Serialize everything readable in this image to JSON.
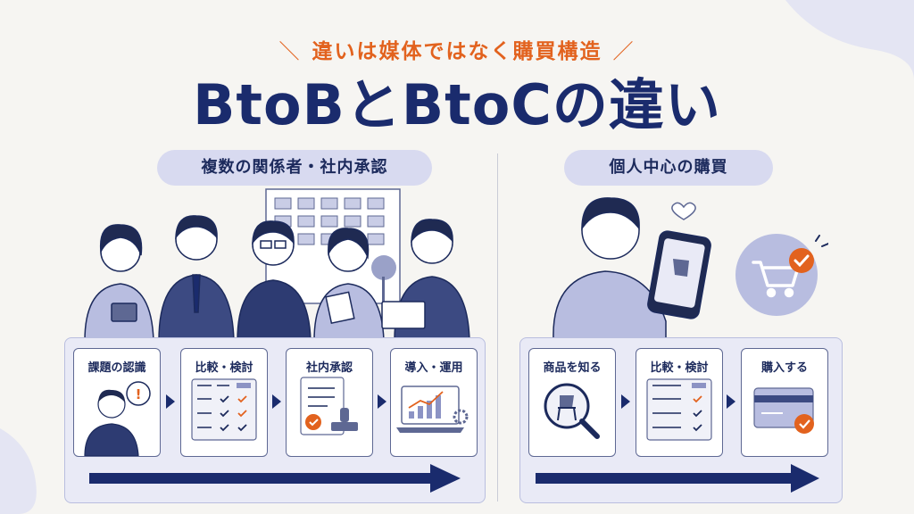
{
  "tagline": "違いは媒体ではなく購買構造",
  "title": "BtoBとBtoCの違い",
  "btob": {
    "heading": "複数の関係者・社内承認",
    "steps": [
      {
        "label": "課題の認識",
        "icon": "thinking-person-icon"
      },
      {
        "label": "比較・検討",
        "icon": "comparison-table-icon"
      },
      {
        "label": "社内承認",
        "icon": "approval-stamp-icon"
      },
      {
        "label": "導入・運用",
        "icon": "laptop-analytics-icon"
      }
    ]
  },
  "btoc": {
    "heading": "個人中心の購買",
    "steps": [
      {
        "label": "商品を知る",
        "icon": "magnifier-chair-icon"
      },
      {
        "label": "比較・検討",
        "icon": "comparison-table-icon"
      },
      {
        "label": "購入する",
        "icon": "credit-card-icon"
      }
    ]
  },
  "colors": {
    "navy": "#1a2b6d",
    "accent": "#e2621e",
    "lavender": "#d8daf0",
    "panel": "#e9eaf6"
  }
}
